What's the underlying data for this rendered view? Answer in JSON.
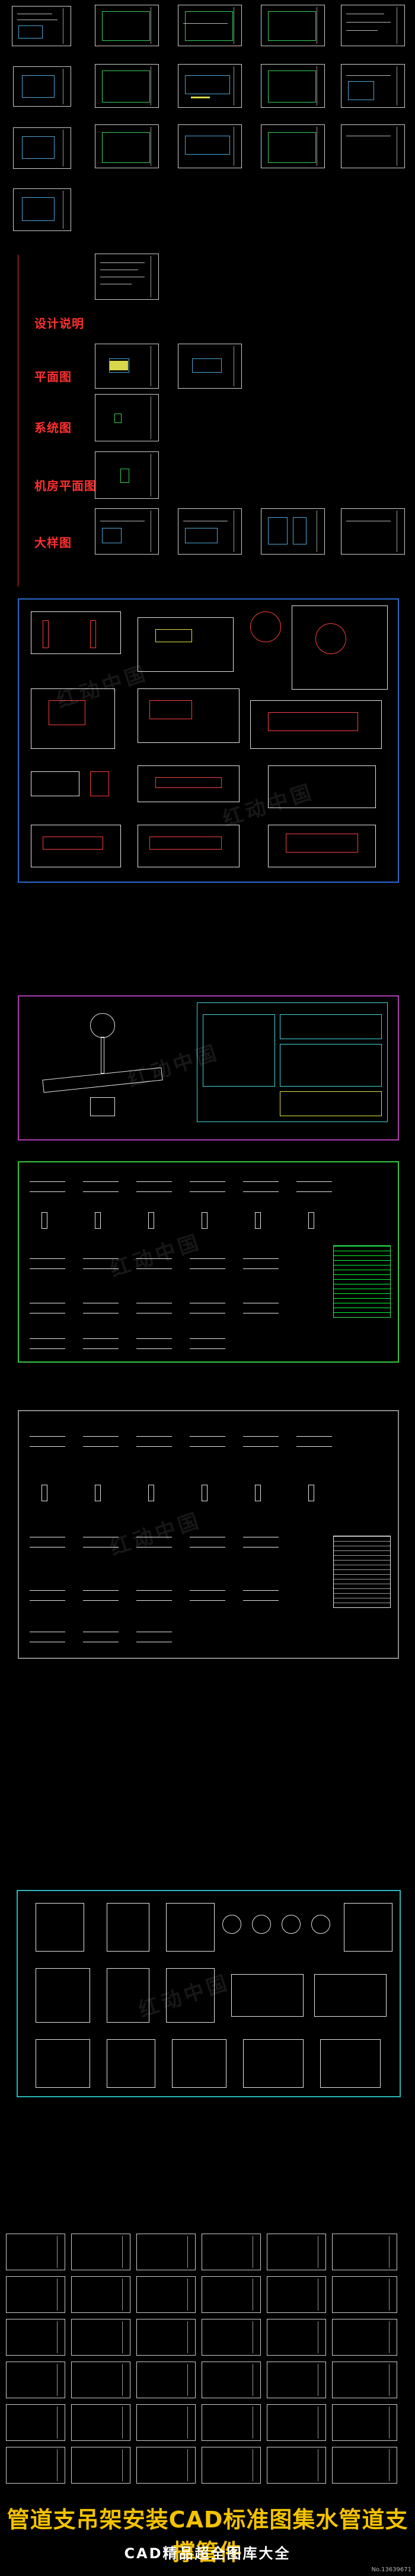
{
  "labels": {
    "design_notes": "设计说明",
    "floor_plan": "平面图",
    "system_diagram": "系统图",
    "sleeve_setting_diagram": "机房平面图",
    "detail_drawing": "大样图"
  },
  "banner": {
    "title": "管道支吊架安装CAD标准图集水管道支撑管件",
    "subtitle": "CAD精品超全图库大全",
    "image_number": "No.13639671"
  },
  "watermark": "红动中国",
  "colors": {
    "label_red": "#ff3030",
    "title_yellow": "#f3c200",
    "frame_blue": "#2a6ad0",
    "frame_magenta": "#b03cb0",
    "frame_green": "#35c840",
    "frame_teal": "#2ab8b8",
    "frame_grey": "#8a8a8a"
  },
  "icons": [
    "cad-sheet-thumbnail",
    "pipe-support-detail",
    "pipe-hanger-detail"
  ]
}
